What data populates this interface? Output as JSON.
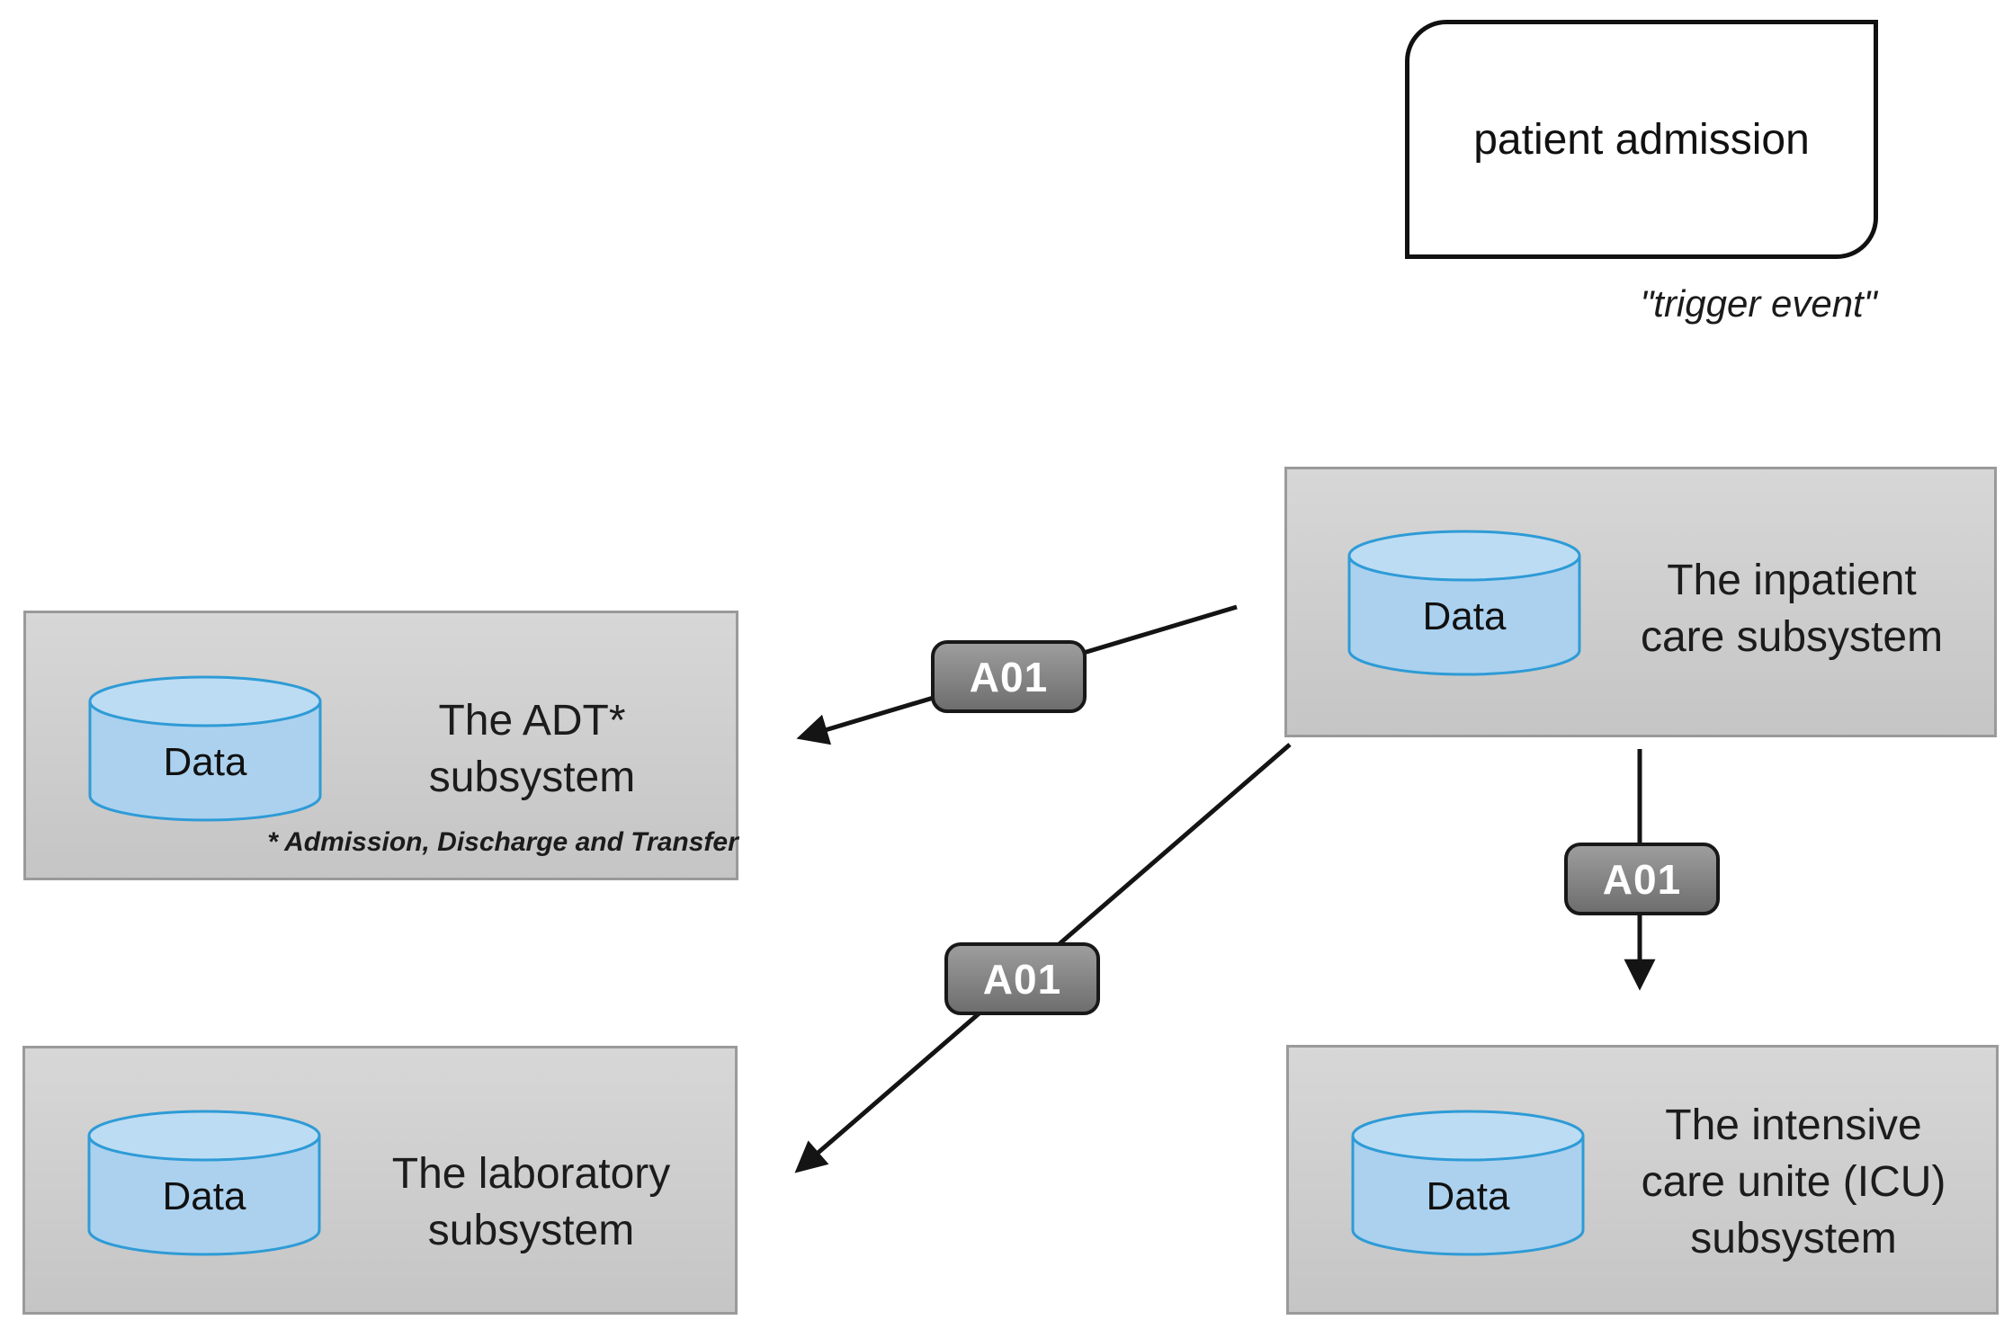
{
  "diagram": {
    "trigger_event": {
      "label": "patient admission",
      "caption": "\"trigger event\""
    },
    "messages": [
      {
        "label": "A01"
      },
      {
        "label": "A01"
      },
      {
        "label": "A01"
      }
    ],
    "subsystems": [
      {
        "key": "inpatient",
        "lines": [
          "The inpatient",
          "care subsystem"
        ],
        "data_store": "Data"
      },
      {
        "key": "adt",
        "lines": [
          "The ADT*",
          "subsystem"
        ],
        "data_store": "Data",
        "footnote": "* Admission, Discharge and Transfer"
      },
      {
        "key": "laboratory",
        "lines": [
          "The laboratory",
          "subsystem"
        ],
        "data_store": "Data"
      },
      {
        "key": "icu",
        "lines": [
          "The intensive",
          "care unite (ICU)",
          "subsystem"
        ],
        "data_store": "Data"
      }
    ],
    "colors": {
      "box-fill-top": "#d7d7d7",
      "box-fill-bottom": "#c5c5c5",
      "box-border": "#9a9a9a",
      "cylinder-fill": "#abd1ee",
      "cylinder-top-fill": "#bcdcf3",
      "cylinder-stroke": "#2e9bd6",
      "badge-top": "#9d9d9d",
      "badge-bottom": "#6e6e6e",
      "badge-border": "#181818",
      "badge-text": "#ffffff",
      "arrow": "#141414",
      "text": "#1c1c1c",
      "trigger-border": "#111111",
      "background": "#ffffff"
    }
  }
}
